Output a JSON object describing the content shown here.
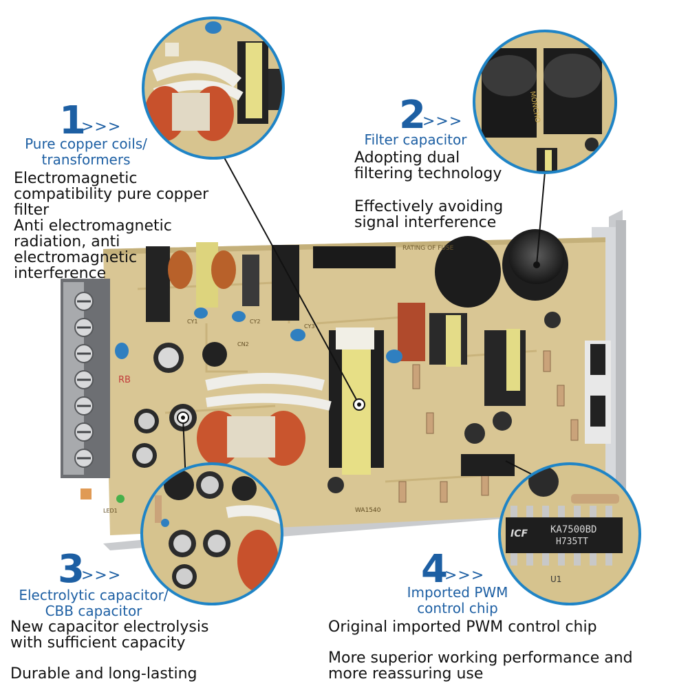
{
  "features": [
    {
      "number": "1",
      "arrows": ">>>",
      "title_lines": [
        "Pure copper coils/",
        "transformers"
      ],
      "desc_lines": [
        "Electromagnetic",
        "compatibility pure copper",
        "filter",
        "Anti electromagnetic",
        "radiation, anti",
        "electromagnetic",
        "interference"
      ]
    },
    {
      "number": "2",
      "arrows": ">>>",
      "title_lines": [
        "Filter capacitor"
      ],
      "desc_lines": [
        "Adopting dual",
        "filtering technology",
        "Effectively avoiding",
        "signal interference"
      ]
    },
    {
      "number": "3",
      "arrows": ">>>",
      "title_lines": [
        "Electrolytic capacitor/",
        "CBB capacitor"
      ],
      "desc_lines": [
        "New capacitor electrolysis",
        "with sufficient capacity",
        "Durable and long-lasting"
      ]
    },
    {
      "number": "4",
      "arrows": ">>>",
      "title_lines": [
        "Imported PWM",
        "control chip"
      ],
      "desc_lines": [
        "Original imported PWM control chip",
        "More superior working performance and",
        "more reassuring use"
      ]
    }
  ],
  "board": {
    "silkscreen": [
      "RATING OF FUSE",
      "WA1540",
      "CY1",
      "CY2",
      "CY3",
      "CN2",
      "RB",
      "U1",
      "LED1"
    ],
    "chip_markings": [
      "ICF",
      "KA7500BD",
      "H735TT",
      "U1"
    ],
    "capacitor_brand": "MONCHO"
  },
  "colors": {
    "accent_blue": "#1d5fa3",
    "circle_border": "#1f84c6",
    "pcb": "#d9c694",
    "heatsink": "#c7c9cc"
  }
}
